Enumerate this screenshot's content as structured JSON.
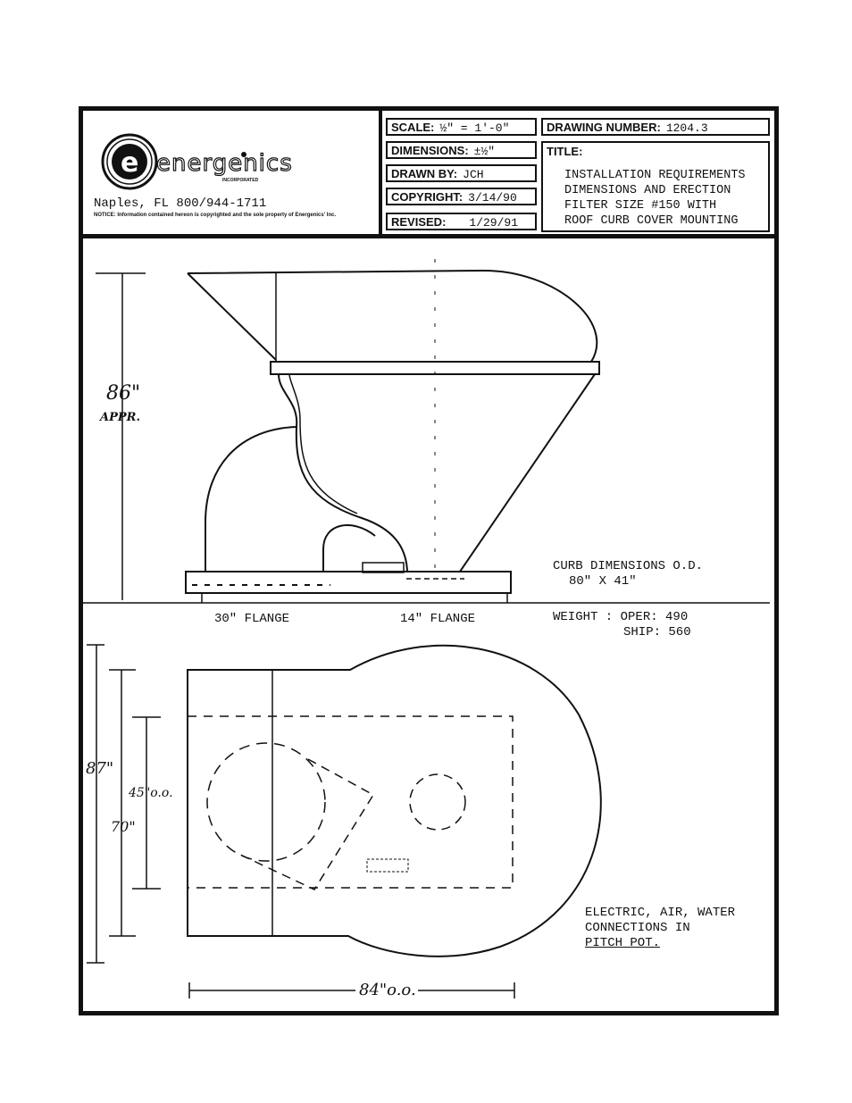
{
  "company": {
    "name": "energenics",
    "suffix": "INCORPORATED",
    "address": "Naples, FL 800/944-1711",
    "notice": "NOTICE: Information contained hereon is copyrighted and the sole property of Energenics' Inc."
  },
  "title_block": {
    "scale_label": "SCALE:",
    "scale_value": "½\" = 1'-0\"",
    "dimensions_label": "DIMENSIONS:",
    "dimensions_value": "±½\"",
    "drawn_by_label": "DRAWN BY:",
    "drawn_by_value": "JCH",
    "copyright_label": "COPYRIGHT:",
    "copyright_value": "3/14/90",
    "revised_label": "REVISED:",
    "revised_value": "1/29/91",
    "drawing_number_label": "DRAWING NUMBER:",
    "drawing_number_value": "1204.3",
    "title_label": "TITLE:",
    "title_lines": [
      "INSTALLATION REQUIREMENTS",
      "DIMENSIONS AND ERECTION",
      "FILTER SIZE #150 WITH",
      "ROOF CURB COVER MOUNTING"
    ]
  },
  "elevation": {
    "height_dim": "86\"",
    "height_note": "APPR.",
    "curb_line1": "CURB DIMENSIONS O.D.",
    "curb_line2": "80\" X 41\"",
    "flange_30": "30\" FLANGE",
    "flange_14": "14\" FLANGE",
    "weight_line1": "WEIGHT : OPER: 490",
    "weight_line2": "SHIP: 560"
  },
  "plan": {
    "dim_87": "87\"",
    "dim_45": "45\"o.o.",
    "dim_70": "70\"",
    "dim_84": "84\"o.o.",
    "conn_line1": "ELECTRIC, AIR, WATER",
    "conn_line2": "CONNECTIONS IN",
    "conn_line3": "PITCH POT."
  }
}
